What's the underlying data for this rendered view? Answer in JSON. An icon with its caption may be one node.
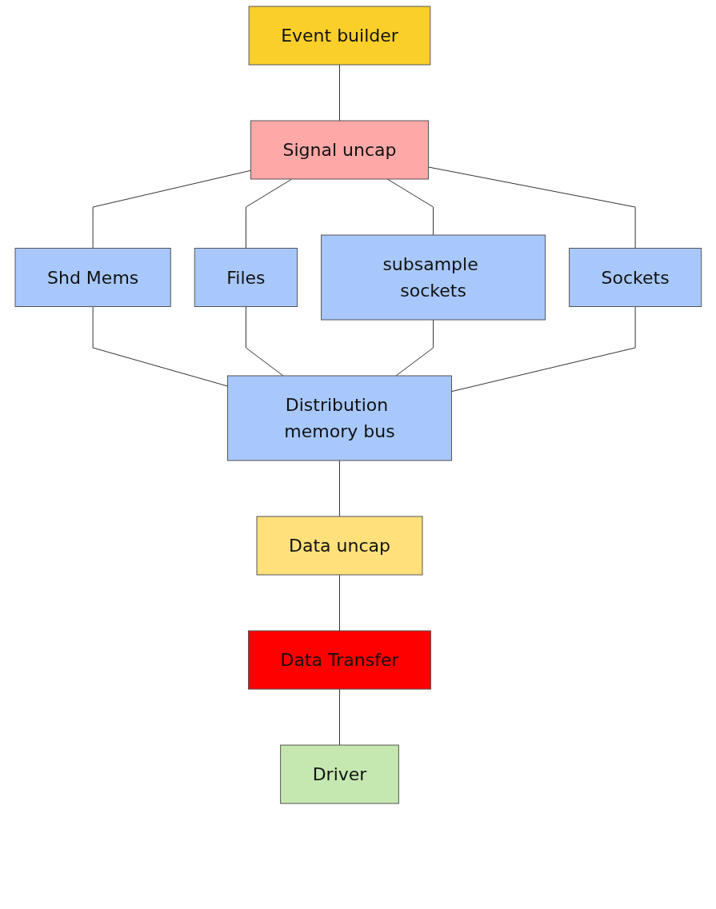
{
  "diagram": {
    "nodes": [
      {
        "text": [
          "Event builder"
        ]
      },
      {
        "text": [
          "Signal uncap"
        ]
      },
      {
        "text": [
          "Shd Mems"
        ]
      },
      {
        "text": [
          "Files"
        ]
      },
      {
        "text": [
          "subsample sockets"
        ]
      },
      {
        "text": [
          "Sockets"
        ]
      },
      {
        "text": [
          "Distribution memory bus"
        ]
      },
      {
        "text": [
          "Data uncap"
        ]
      },
      {
        "text": [
          "Data Transfer"
        ]
      },
      {
        "text": [
          "Driver"
        ]
      }
    ],
    "edges": [
      {
        "from": 0,
        "to": 1,
        "arrow": "none"
      },
      {
        "from": 1,
        "to": 2,
        "arrow": "none"
      },
      {
        "from": 1,
        "to": 3,
        "arrow": "none"
      },
      {
        "from": 1,
        "to": 4,
        "arrow": "none"
      },
      {
        "from": 1,
        "to": 5,
        "arrow": "none"
      },
      {
        "from": 2,
        "to": 6,
        "arrow": "none"
      },
      {
        "from": 3,
        "to": 6,
        "arrow": "none"
      },
      {
        "from": 4,
        "to": 6,
        "arrow": "none"
      },
      {
        "from": 5,
        "to": 6,
        "arrow": "none"
      },
      {
        "from": 6,
        "to": 7,
        "arrow": "none"
      },
      {
        "from": 7,
        "to": 8,
        "arrow": "none"
      },
      {
        "from": 8,
        "to": 9,
        "arrow": "none"
      }
    ]
  }
}
